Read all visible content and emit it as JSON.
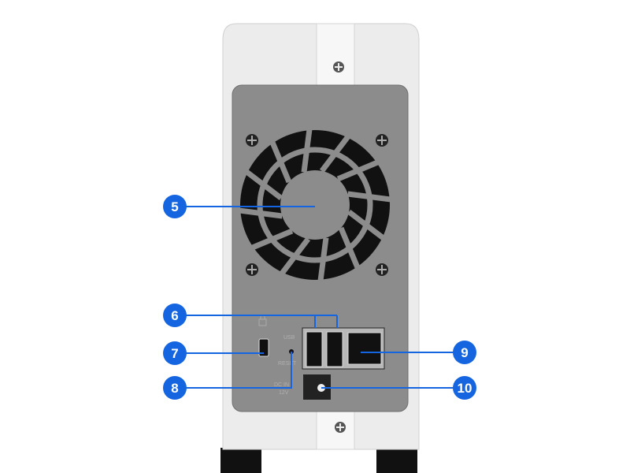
{
  "port_labels": {
    "usb": "USB",
    "reset": "RESET",
    "dc_in": "DC IN",
    "voltage": "12V"
  },
  "callouts": [
    {
      "number": "5",
      "target": "fan"
    },
    {
      "number": "6",
      "target": "usb-ports"
    },
    {
      "number": "7",
      "target": "security-slot"
    },
    {
      "number": "8",
      "target": "reset-button"
    },
    {
      "number": "9",
      "target": "lan-port"
    },
    {
      "number": "10",
      "target": "power-port"
    }
  ],
  "colors": {
    "callout": "#1565e0",
    "panel": "#8c8c8c",
    "body": "#ececec"
  }
}
